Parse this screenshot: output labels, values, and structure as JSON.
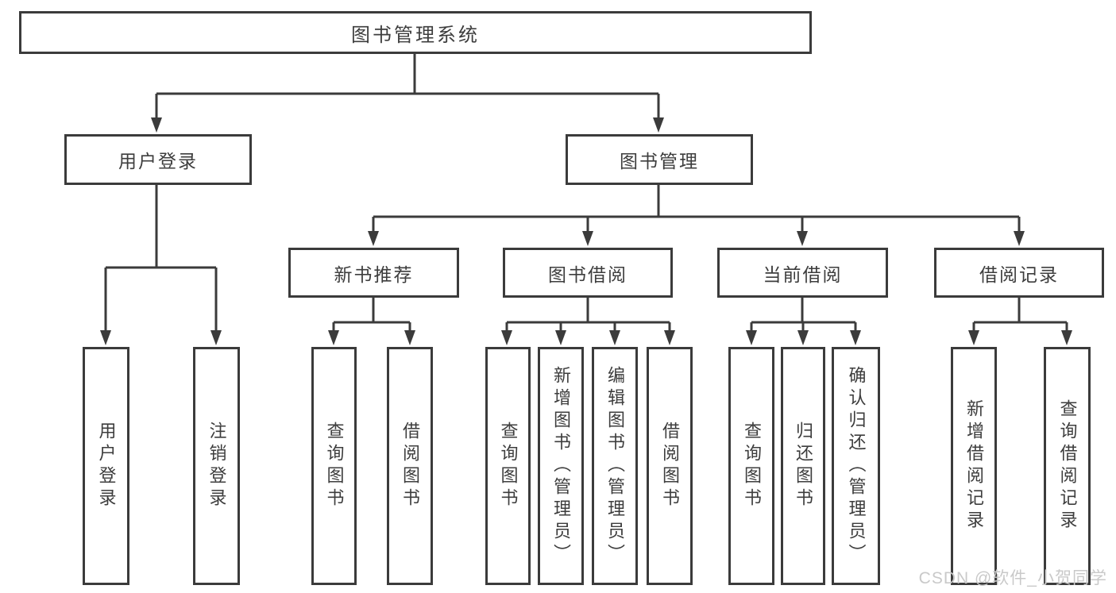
{
  "tree": {
    "label": "图书管理系统",
    "children": [
      {
        "label": "用户登录",
        "children": [
          {
            "label": "用户登录"
          },
          {
            "label": "注销登录"
          }
        ]
      },
      {
        "label": "图书管理",
        "children": [
          {
            "label": "新书推荐",
            "children": [
              {
                "label": "查询图书"
              },
              {
                "label": "借阅图书"
              }
            ]
          },
          {
            "label": "图书借阅",
            "children": [
              {
                "label": "查询图书"
              },
              {
                "label": "新增图书（管理员）"
              },
              {
                "label": "编辑图书（管理员）"
              },
              {
                "label": "借阅图书"
              }
            ]
          },
          {
            "label": "当前借阅",
            "children": [
              {
                "label": "查询图书"
              },
              {
                "label": "归还图书"
              },
              {
                "label": "确认归还（管理员）"
              }
            ]
          },
          {
            "label": "借阅记录",
            "children": [
              {
                "label": "新增借阅记录"
              },
              {
                "label": "查询借阅记录"
              }
            ]
          }
        ]
      }
    ]
  },
  "watermark": {
    "text": "CSDN @软件_小贺同学"
  },
  "colors": {
    "line": "#3b3b3b",
    "box_border": "#3b3b3b",
    "box_fill": "#ffffff",
    "text": "#3d3d3d",
    "watermark": "#c9c9c9",
    "background": "#ffffff"
  }
}
